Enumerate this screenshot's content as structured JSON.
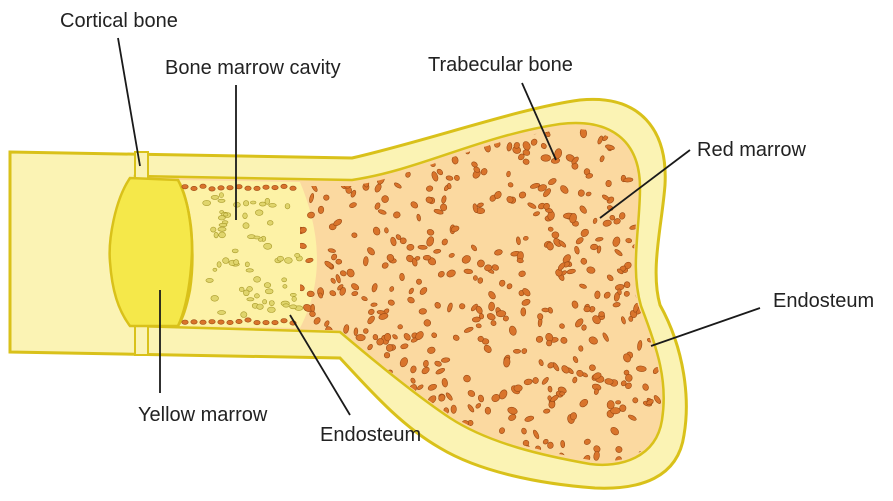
{
  "labels": {
    "cortical_bone": "Cortical bone",
    "bone_marrow_cavity": "Bone marrow cavity",
    "trabecular_bone": "Trabecular bone",
    "red_marrow": "Red marrow",
    "endosteum_right": "Endosteum",
    "yellow_marrow": "Yellow marrow",
    "endosteum_bottom": "Endosteum"
  },
  "colors": {
    "cortical_fill": "#fbf3b4",
    "cortical_stroke": "#d9c11a",
    "marrow_cavity": "#fdf2a6",
    "yellow_marrow": "#f5e84a",
    "red_marrow": "#fbd9a0",
    "trabecula_fill": "#d9742b",
    "trabecula_stroke": "#9c4a14",
    "fat_globule": "#e0d56c",
    "leader_line": "#1a1a1a"
  }
}
